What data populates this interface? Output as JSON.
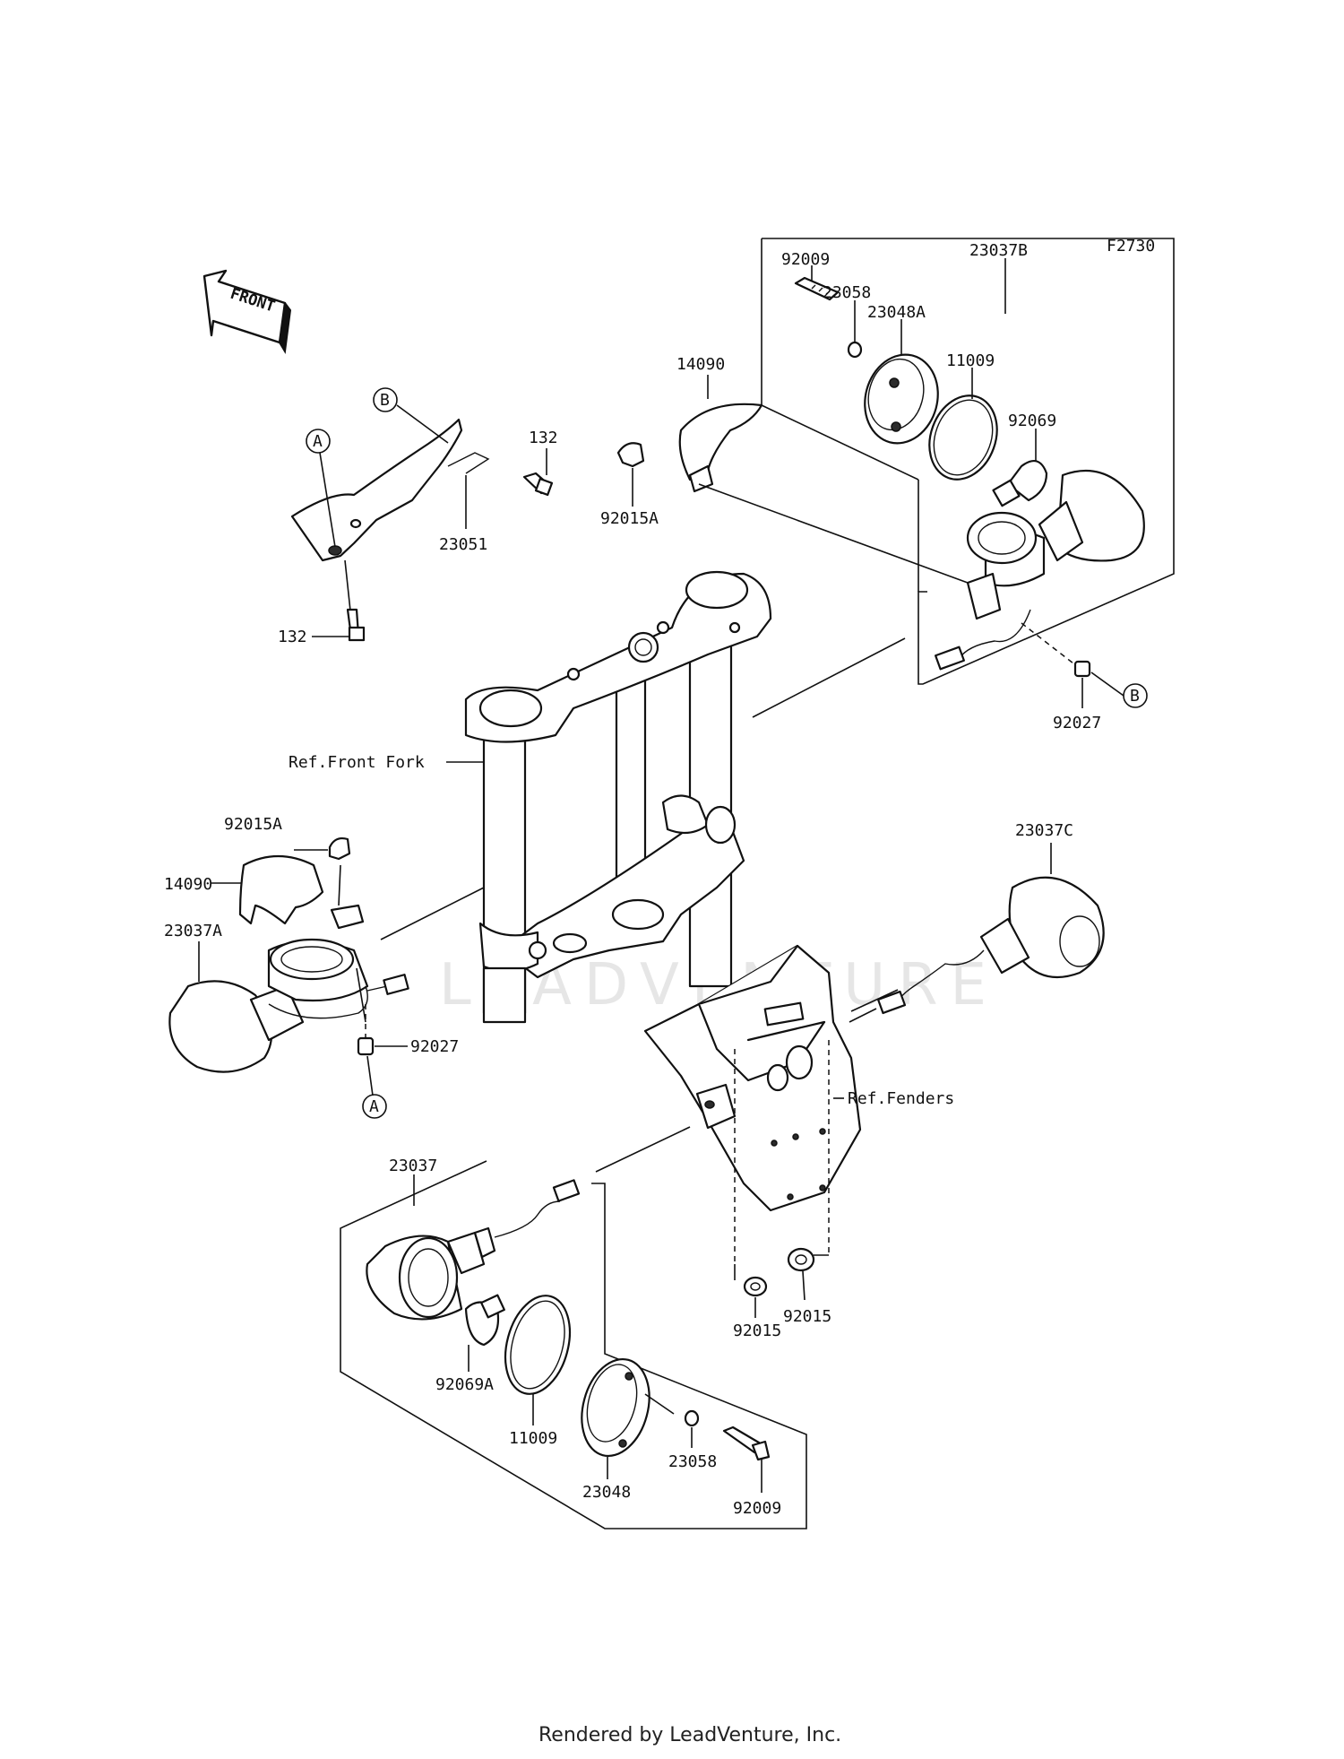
{
  "figure_code": "F2730",
  "watermark": "LEADVENTURE",
  "footer": "Rendered by LeadVenture, Inc.",
  "front_arrow": "FRONT",
  "ref_markers": [
    "A",
    "A",
    "B",
    "B"
  ],
  "labels": {
    "p92009_top": "92009",
    "p23058_top": "23058",
    "p23048A": "23048A",
    "p23037B": "23037B",
    "p11009_top": "11009",
    "p92069": "92069",
    "p14090_top": "14090",
    "p92015A_top": "92015A",
    "p132_top": "132",
    "p23051": "23051",
    "p132_left": "132",
    "p92027_right": "92027",
    "ref_front_fork": "Ref.Front Fork",
    "p92015A_left": "92015A",
    "p14090_left": "14090",
    "p23037A": "23037A",
    "p92027_left": "92027",
    "p23037C": "23037C",
    "ref_fenders": "Ref.Fenders",
    "p23037": "23037",
    "p92069A": "92069A",
    "p11009_bottom": "11009",
    "p23048": "23048",
    "p23058_bottom": "23058",
    "p92009_bottom": "92009",
    "p92015_a": "92015",
    "p92015_b": "92015"
  }
}
